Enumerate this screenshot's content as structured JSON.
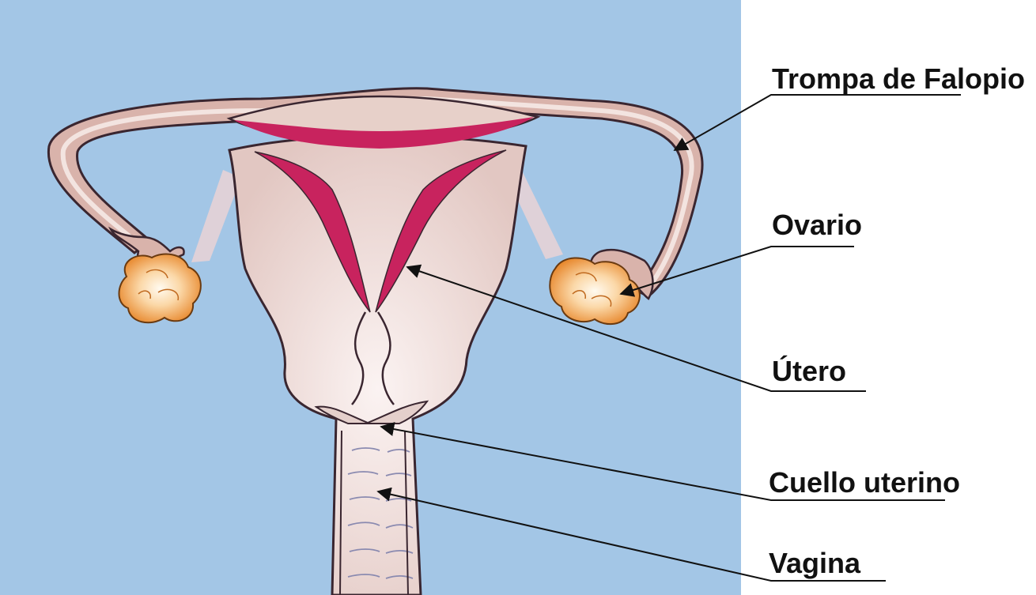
{
  "labels": {
    "fallopian_tube": "Trompa de Falopio",
    "ovary": "Ovario",
    "uterus": "Útero",
    "cervix": "Cuello uterino",
    "vagina": "Vagina"
  },
  "colors": {
    "background_panel": "#a3c6e6",
    "tissue": "#ecd9d4",
    "tube_wall": "#c9a69b",
    "endometrium": "#c8235e",
    "ovary": "#f0a050",
    "outline": "#3a2630"
  }
}
